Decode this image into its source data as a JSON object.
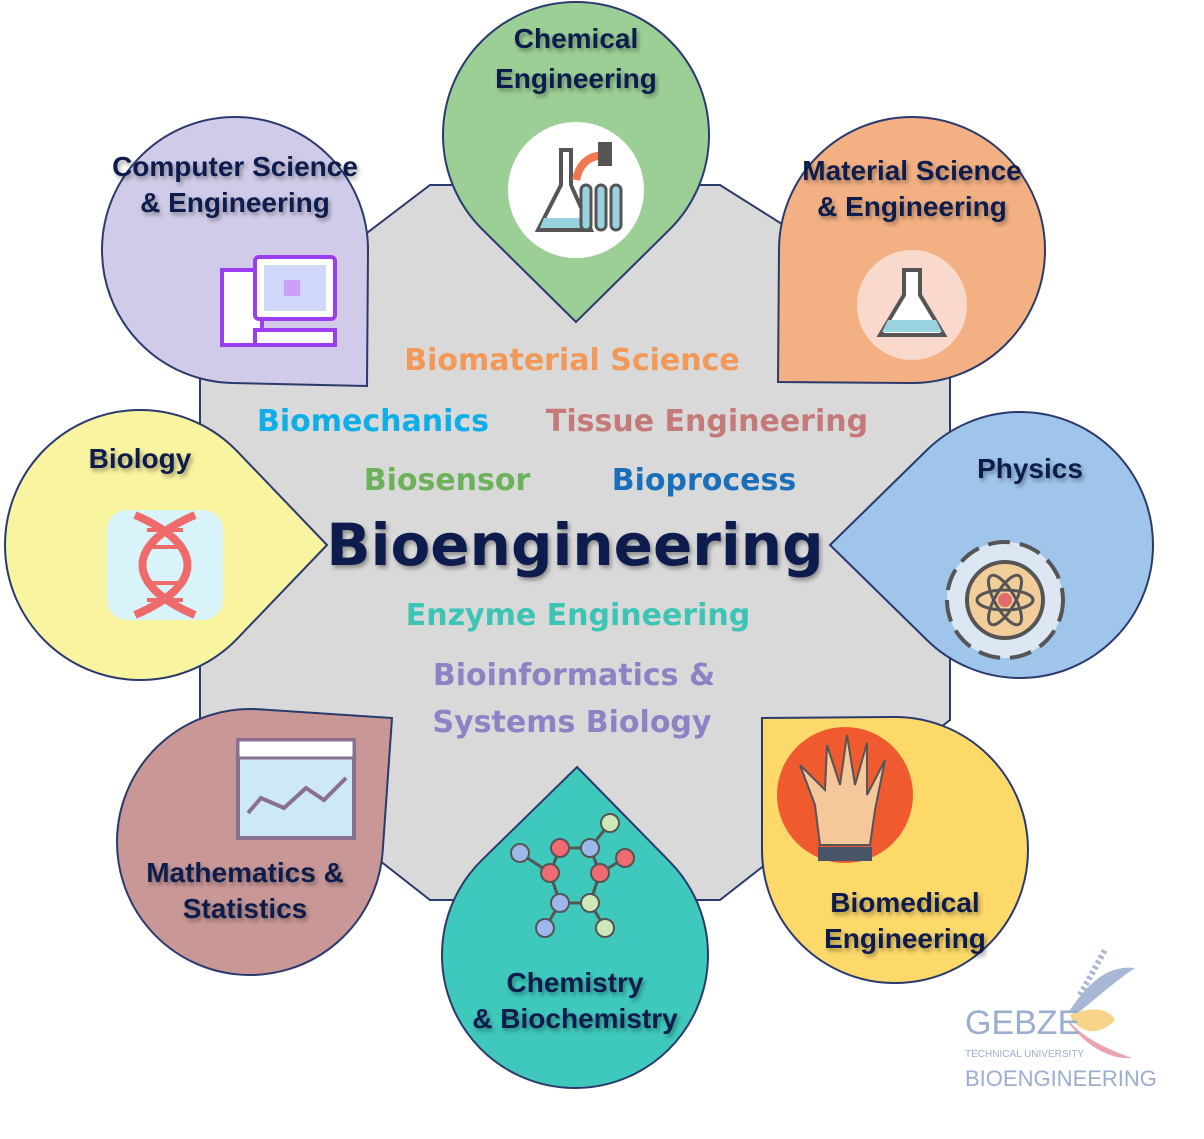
{
  "center": {
    "title": "Bioengineering",
    "title_color": "#0d1f4d",
    "topics": [
      {
        "label": "Biomaterial Science",
        "color": "#f2995a"
      },
      {
        "label": "Biomechanics",
        "color": "#10aee8"
      },
      {
        "label": "Tissue Engineering",
        "color": "#c47a78"
      },
      {
        "label": "Biosensor",
        "color": "#6cb25a"
      },
      {
        "label": "Bioprocess",
        "color": "#1a6fba"
      },
      {
        "label": "Enzyme Engineering",
        "color": "#3cc4b4"
      },
      {
        "label": "Bioinformatics &",
        "color": "#8a84c4"
      },
      {
        "label": "Systems Biology",
        "color": "#8a84c4"
      }
    ]
  },
  "petals": [
    {
      "lines": [
        "Chemical",
        "Engineering"
      ],
      "color": "#9ccf96",
      "icon": "lab-equipment-icon"
    },
    {
      "lines": [
        "Material Science",
        "& Engineering"
      ],
      "color": "#f3b183",
      "icon": "flask-icon"
    },
    {
      "lines": [
        "Physics"
      ],
      "color": "#9fc6ea",
      "icon": "atom-gear-icon"
    },
    {
      "lines": [
        "Biomedical",
        "Engineering"
      ],
      "color": "#fdd96a",
      "icon": "hand-icon"
    },
    {
      "lines": [
        "Chemistry",
        "& Biochemistry"
      ],
      "color": "#3ec9bc",
      "icon": "molecule-icon"
    },
    {
      "lines": [
        "Mathematics &",
        "Statistics"
      ],
      "color": "#c99896",
      "icon": "line-chart-icon"
    },
    {
      "lines": [
        "Biology"
      ],
      "color": "#f9f4a0",
      "icon": "dna-icon"
    },
    {
      "lines": [
        "Computer Science",
        "& Engineering"
      ],
      "color": "#d0cbe8",
      "icon": "computer-icon"
    }
  ],
  "logo": {
    "name": "GEBZE",
    "subtitle": "TECHNICAL UNIVERSITY",
    "dept": "BIOENGINEERING"
  }
}
